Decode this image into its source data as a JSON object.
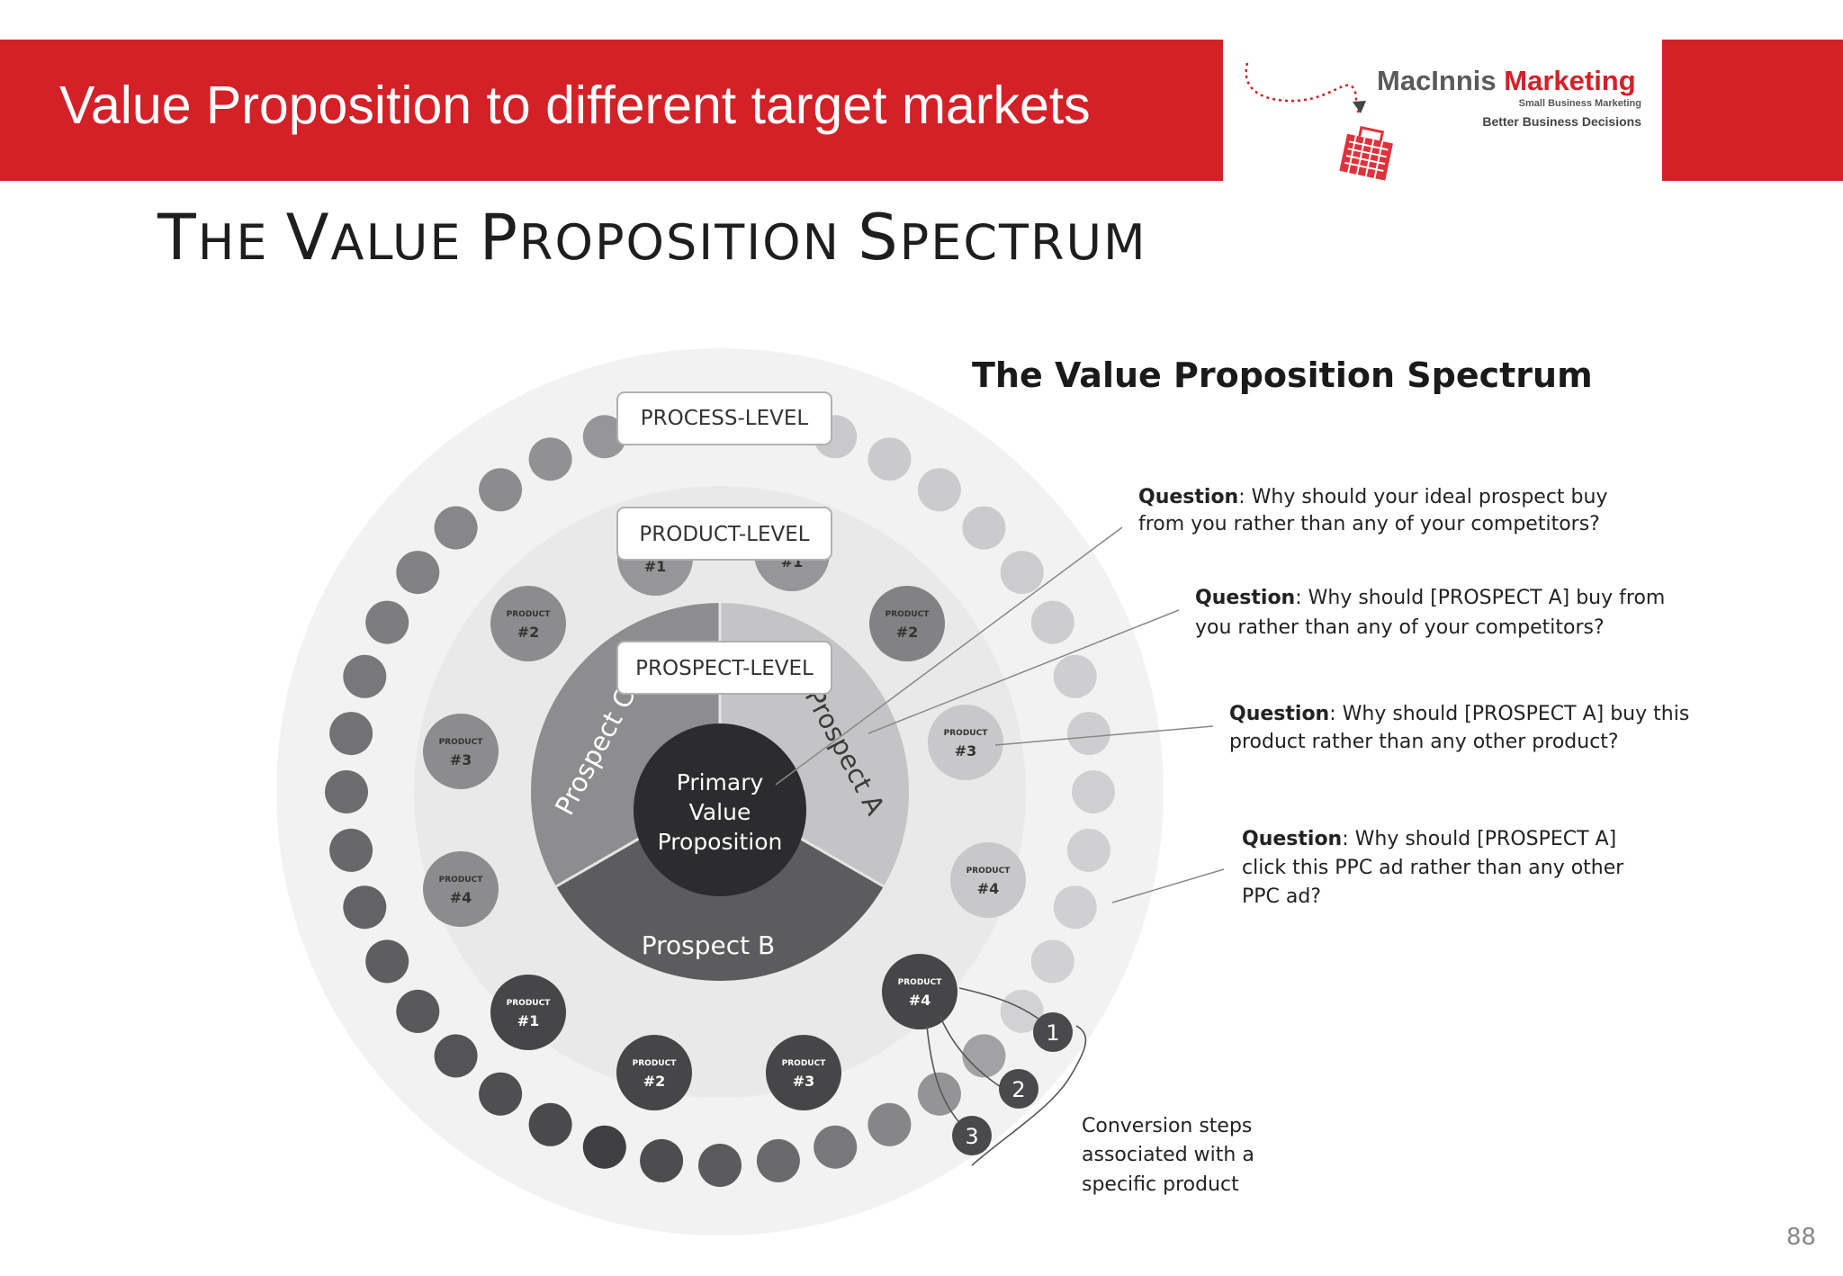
{
  "header": {
    "title": "Value Proposition to different target markets",
    "logo_name_part1": "MacInnis ",
    "logo_name_part2": "Marketing",
    "logo_tagline1": "Small Business Marketing",
    "logo_tagline2": "Better Business Decisions",
    "accent_color": "#d42027"
  },
  "slide": {
    "heading": {
      "c1": "T",
      "w1": "HE ",
      "c2": "V",
      "w2": "ALUE ",
      "c3": "P",
      "w3": "ROPOSITION ",
      "c4": "S",
      "w4": "PECTRUM"
    },
    "page_number": "88"
  },
  "diagram": {
    "title": "The Value Proposition Spectrum",
    "levels": {
      "process": "PROCESS-LEVEL",
      "product": "PRODUCT-LEVEL",
      "prospect": "PROSPECT-LEVEL"
    },
    "center": {
      "line1": "Primary",
      "line2": "Value",
      "line3": "Proposition"
    },
    "segments": {
      "a": "Prospect A",
      "b": "Prospect B",
      "c": "Prospect C"
    },
    "product_word": "PRODUCT",
    "products": {
      "p1": "#1",
      "p2": "#2",
      "p3": "#3",
      "p4": "#4"
    },
    "steps": {
      "s1": "1",
      "s2": "2",
      "s3": "3"
    },
    "conversion_note": {
      "line1": "Conversion steps",
      "line2": "associated with a",
      "line3": "specific product"
    },
    "question_label": "Question",
    "questions": [
      {
        "line1": ": Why should your ideal prospect buy",
        "line2": "from you rather than any of your competitors?"
      },
      {
        "line1": ": Why should [PROSPECT A] buy from",
        "line2": "you rather than any of your competitors?"
      },
      {
        "line1": ": Why should [PROSPECT A] buy this",
        "line2": "product rather than any other product?"
      },
      {
        "line1": ": Why should [PROSPECT A]",
        "line2": "click this PPC ad rather than any other",
        "line3": "PPC ad?"
      }
    ]
  }
}
